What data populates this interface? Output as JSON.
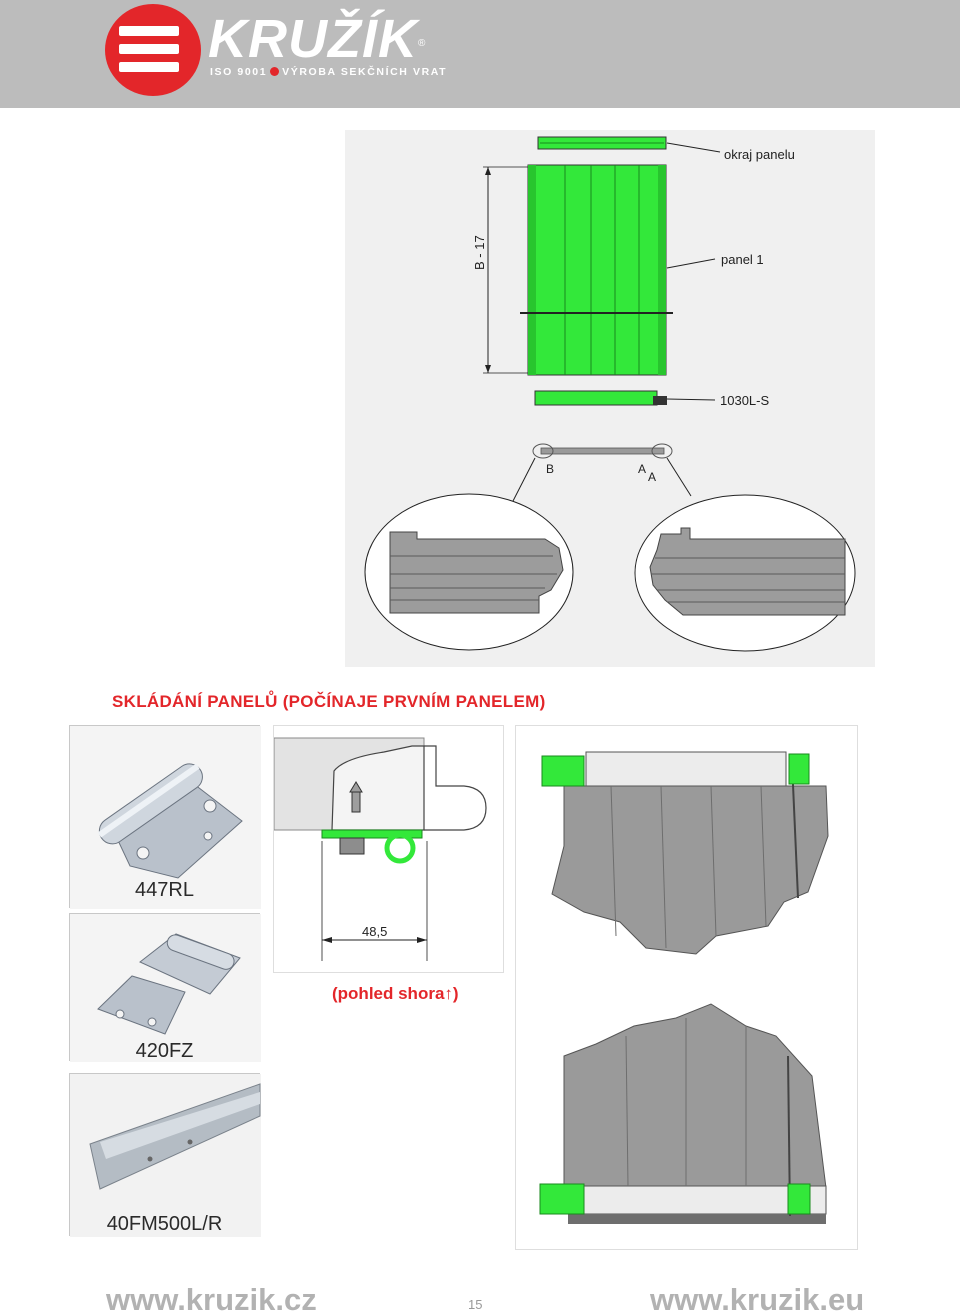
{
  "header": {
    "brand": "KRUŽÍK",
    "registered": "®",
    "iso": "ISO 9001",
    "tagline": "VÝROBA SEKČNÍCH VRAT"
  },
  "drawing": {
    "callouts": {
      "edge": "okraj panelu",
      "panel": "panel 1",
      "part": "1030L-S",
      "dimension": "B - 17",
      "detail_b": "B",
      "detail_a1": "A",
      "detail_a2": "A"
    }
  },
  "section": {
    "title": "SKLÁDÁNÍ PANELŮ (POČÍNAJE PRVNÍM PANELEM)"
  },
  "photos": [
    {
      "label": "447RL"
    },
    {
      "label": "420FZ"
    },
    {
      "label": "40FM500L/R"
    }
  ],
  "profile": {
    "dimension": "48,5",
    "view_note": "(pohled shora↑)"
  },
  "footer": {
    "url_left": "www.kruzik.cz",
    "page": "15",
    "url_right": "www.kruzik.eu"
  },
  "colors": {
    "brand_red": "#e3262a",
    "panel_green": "#33e83a",
    "header_gray": "#bcbcbc"
  }
}
